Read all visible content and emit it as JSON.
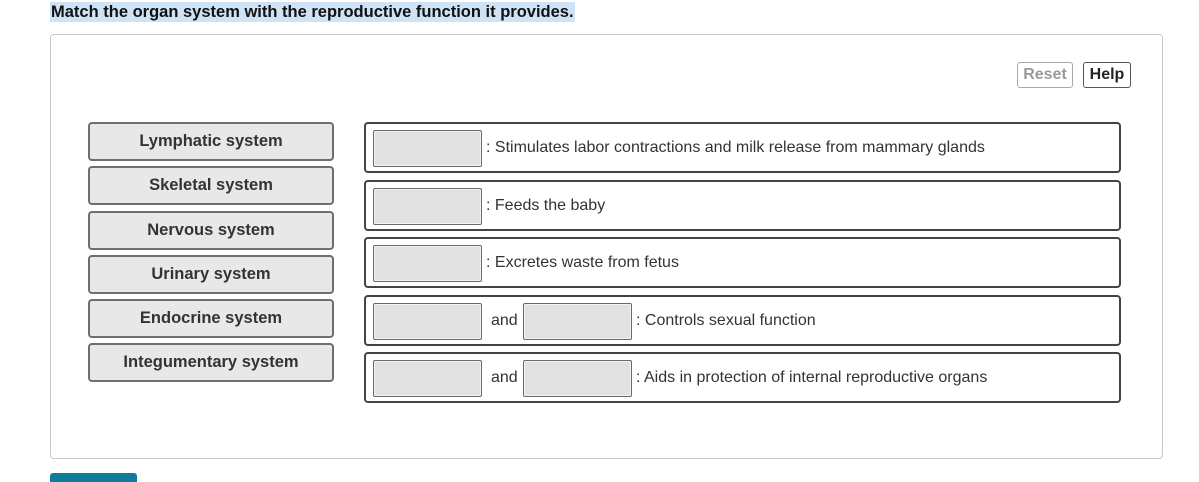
{
  "prompt": "Match the organ system with the reproductive function it provides.",
  "controls": {
    "reset_label": "Reset",
    "help_label": "Help"
  },
  "chips": [
    "Lymphatic system",
    "Skeletal system",
    "Nervous system",
    "Urinary system",
    "Endocrine system",
    "Integumentary system"
  ],
  "and_label": "and",
  "targets": [
    {
      "description": ": Stimulates labor contractions and milk release from mammary glands"
    },
    {
      "description": ": Feeds the baby"
    },
    {
      "description": ": Excretes waste from fetus"
    },
    {
      "description": ": Controls sexual function"
    },
    {
      "description": ": Aids in protection of internal reproductive organs"
    }
  ],
  "colors": {
    "prompt_highlight": "#cfe3f7",
    "chip_fill": "#e8e8e8",
    "slot_fill": "#e1e1e1",
    "submit_accent": "#0e7c9a"
  }
}
